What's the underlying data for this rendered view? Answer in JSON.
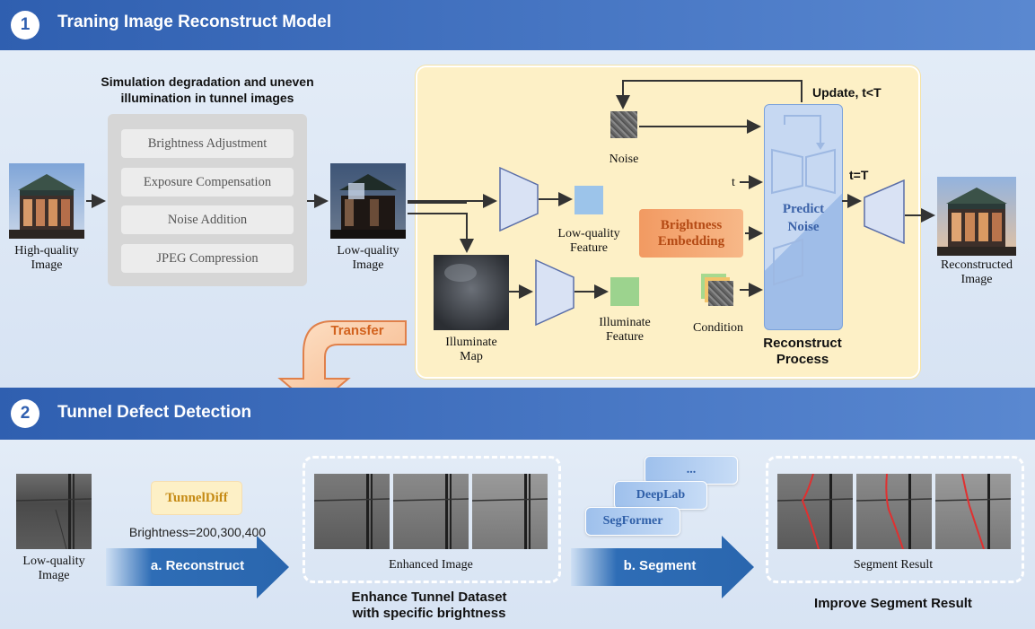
{
  "section1": {
    "number": "1",
    "title": "Traning Image Reconstruct Model"
  },
  "section2": {
    "number": "2",
    "title": "Tunnel Defect Detection"
  },
  "degradation": {
    "title_line1": "Simulation degradation and uneven",
    "title_line2": "illumination in tunnel images",
    "ops": [
      "Brightness Adjustment",
      "Exposure Compensation",
      "Noise Addition",
      "JPEG Compression"
    ]
  },
  "labels": {
    "hq_1": "High-quality",
    "hq_2": "Image",
    "lq_1": "Low-quality",
    "lq_2": "Image",
    "noise": "Noise",
    "lqf_1": "Low-quality",
    "lqf_2": "Feature",
    "illum_map_1": "Illuminate",
    "illum_map_2": "Map",
    "illum_feat_1": "Illuminate",
    "illum_feat_2": "Feature",
    "condition": "Condition",
    "t": "t",
    "update": "Update, t<T",
    "t_eq_T": "t=T",
    "brightness_emb_1": "Brightness",
    "brightness_emb_2": "Embedding",
    "predict_1": "Predict",
    "predict_2": "Noise",
    "reconstruct_process_1": "Reconstruct",
    "reconstruct_process_2": "Process",
    "reconstructed_1": "Reconstructed",
    "reconstructed_2": "Image",
    "transfer": "Transfer"
  },
  "bottom": {
    "lq_1": "Low-quality",
    "lq_2": "Image",
    "tunneldiff": "TunnelDiff",
    "brightness": "Brightness=200,300,400",
    "reconstruct_arrow": "a. Reconstruct",
    "enhanced": "Enhanced Image",
    "enhance_caption_1": "Enhance Tunnel Dataset",
    "enhance_caption_2": "with specific brightness",
    "models": [
      "...",
      "DeepLab",
      "SegFormer"
    ],
    "segment_arrow": "b. Segment",
    "segment_result": "Segment Result",
    "improve_caption": "Improve Segment Result"
  },
  "colors": {
    "banner": "#2f5fb0",
    "panel_bg": "#dde7f4",
    "reconstruct_panel": "#fdf0c6",
    "brightness_box": "#f2a470",
    "predict_panel": "#b7cdee",
    "lq_feature": "#9cc4ea",
    "illum_feature": "#9cd38e",
    "crack_red": "#e03030"
  }
}
